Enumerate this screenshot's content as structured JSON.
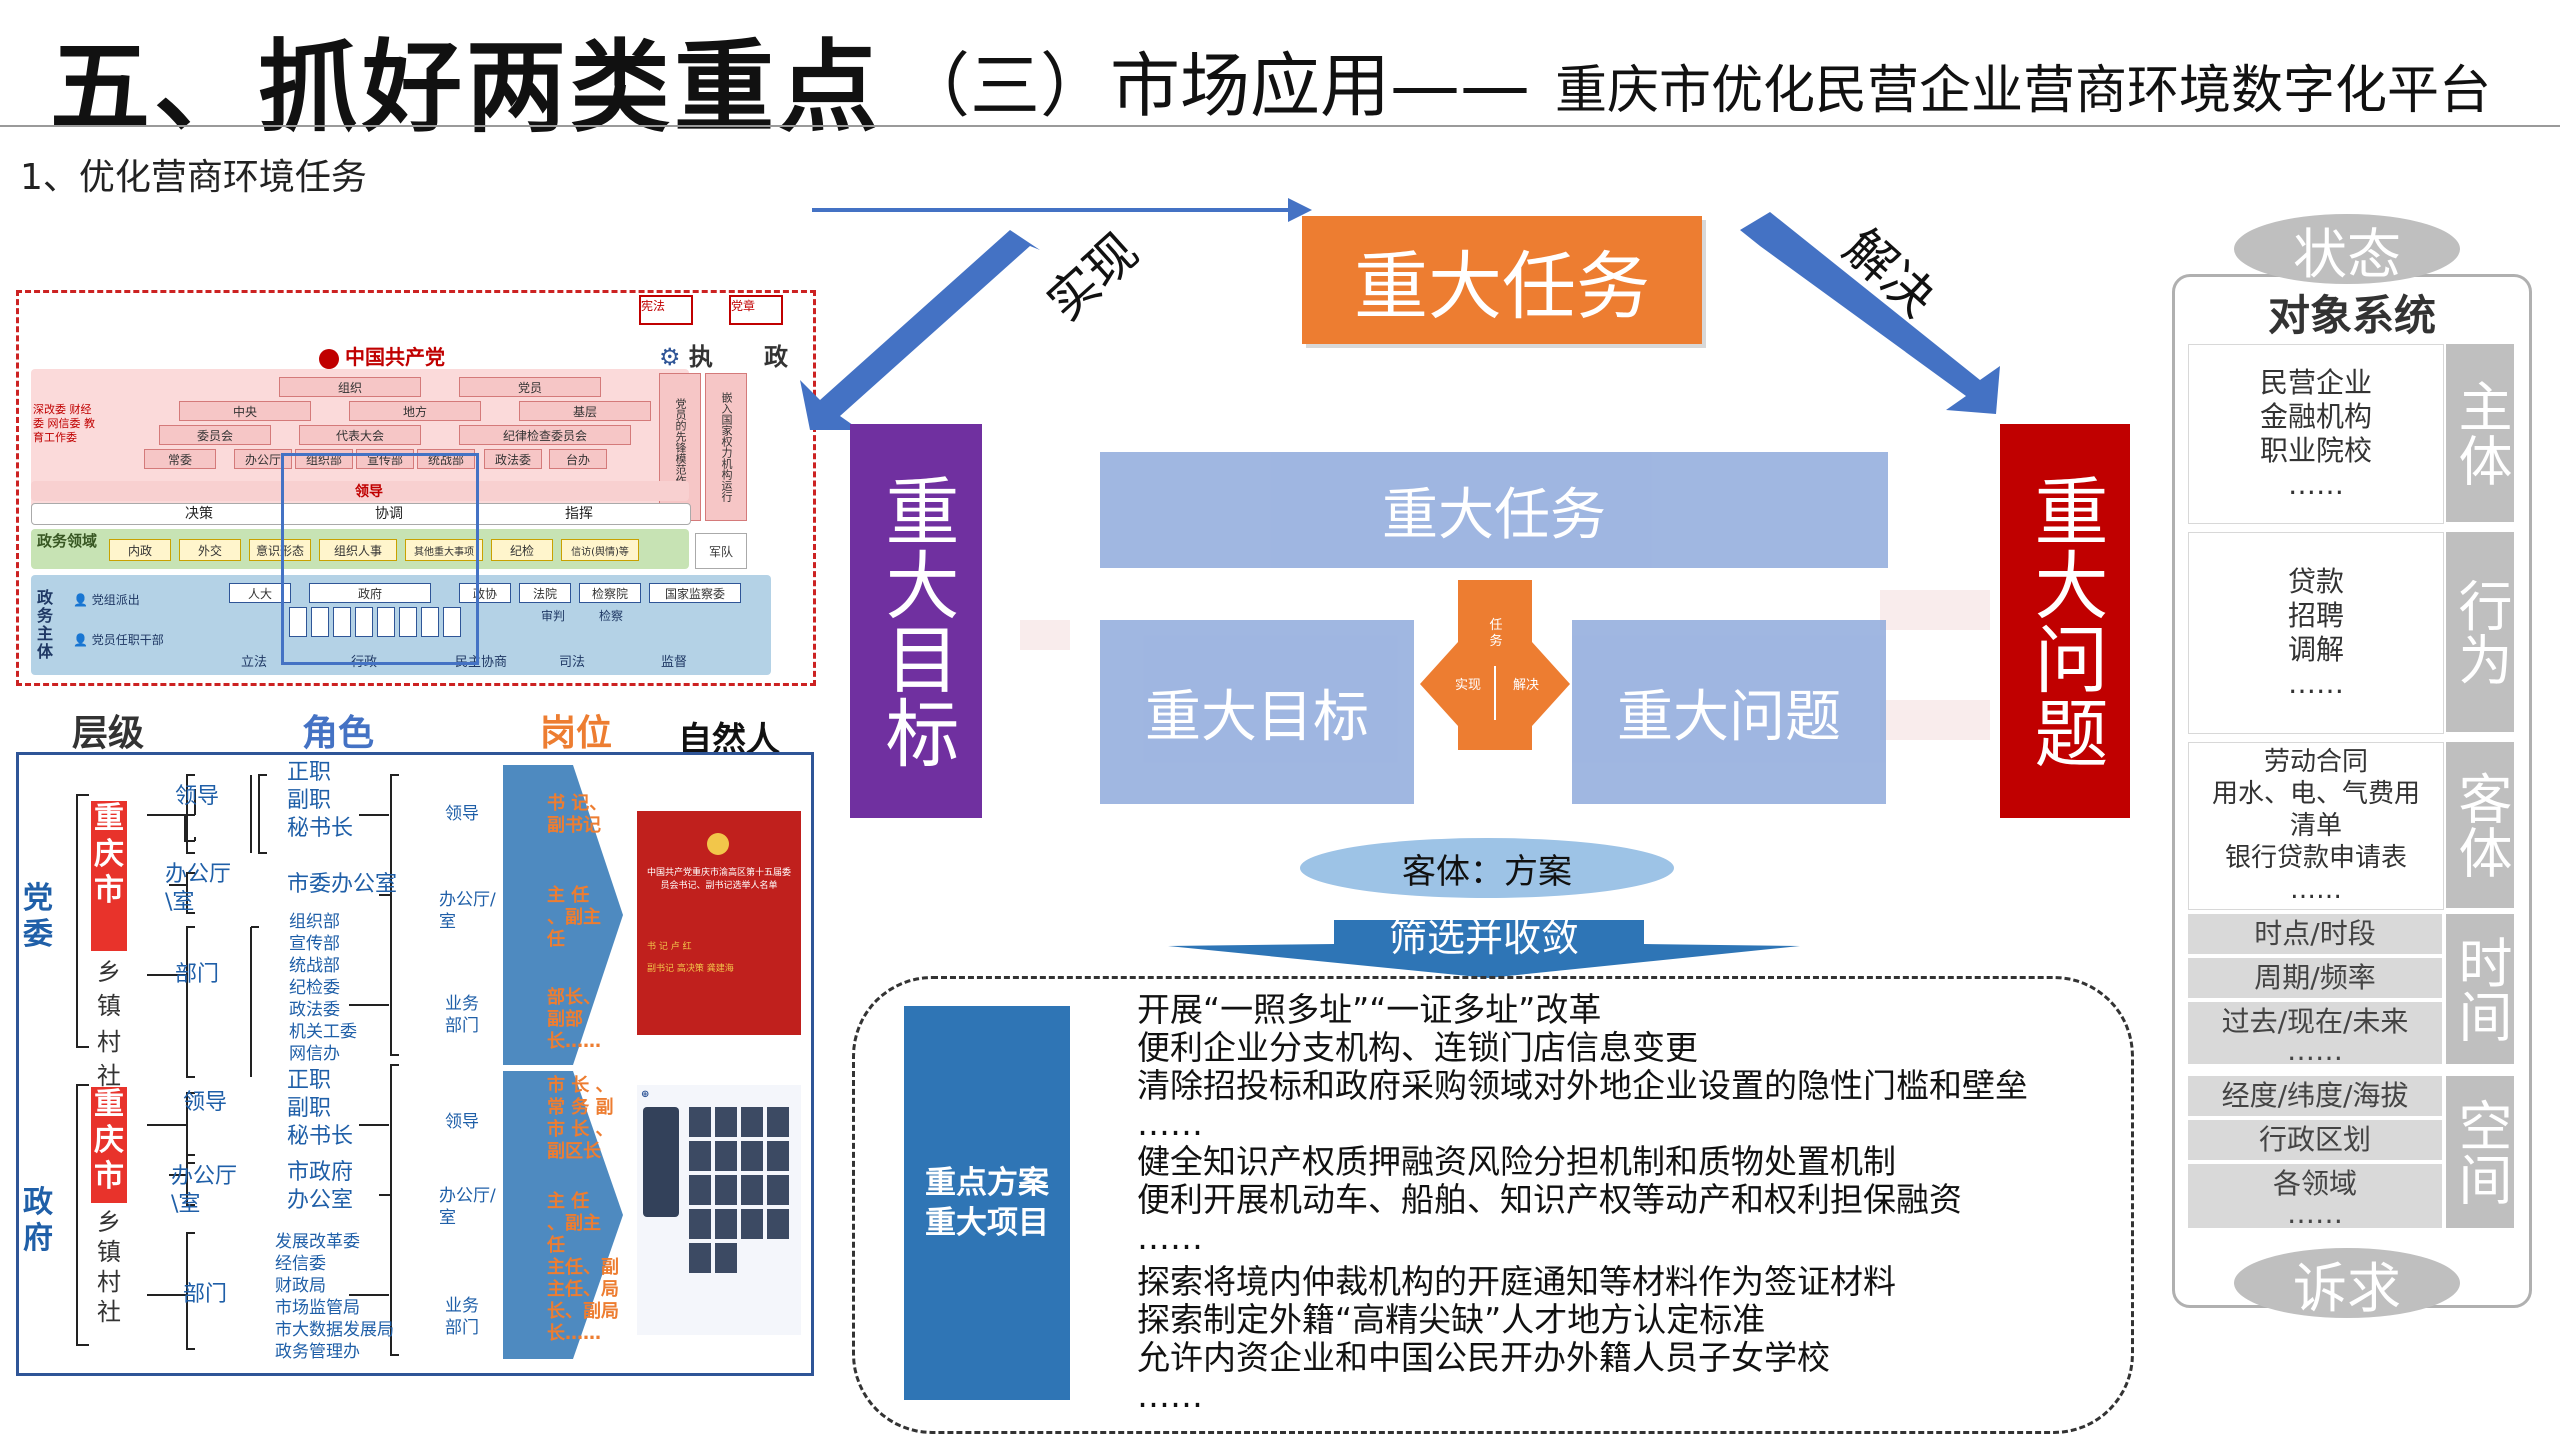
{
  "header": {
    "title": "五、抓好两类重点",
    "subtitle": "（三）市场应用——",
    "subtitle2": "重庆市优化民营企业营商环境数字化平台",
    "section": "1、优化营商环境任务"
  },
  "org": {
    "party": "中国共产党",
    "exec": "执",
    "gov": "政",
    "top_tags": [
      "宪法",
      "党章"
    ],
    "row1": [
      "组织",
      "党员"
    ],
    "row2": [
      "中央",
      "地方",
      "基层"
    ],
    "row3": [
      "委员会",
      "代表大会",
      "纪律检查委员会"
    ],
    "row4": [
      "常委",
      "办公厅",
      "组织部",
      "宣传部",
      "统战部",
      "政法委",
      "台办"
    ],
    "left_note": "深改委 财经委 网信委 教育工作委",
    "right_note": "党员的先锋模范作用",
    "right_note2": "嵌入国家权力机构运行",
    "lead_label": "领导",
    "row_mid": [
      "决策",
      "协调",
      "指挥"
    ],
    "gov_area": "政务领域",
    "gov_area_items": [
      "内政",
      "外交",
      "意识形态",
      "组织人事",
      "其他重大事项",
      "纪检",
      "信访(舆情)等",
      "军队"
    ],
    "gov_body": "政务主体",
    "gov_body_items": [
      "人大",
      "政府",
      "政协",
      "法院",
      "检察院",
      "国家监察委"
    ],
    "gov_body_left": [
      "党组派出",
      "党员任职干部"
    ],
    "gov_body_bottom": [
      "立法",
      "行政",
      "民主协商",
      "司法",
      "监督"
    ],
    "gov_body_sub": [
      "审判",
      "检察"
    ]
  },
  "roles": {
    "headers": [
      "层级",
      "角色",
      "岗位",
      "自然人"
    ],
    "party": "党委",
    "gov": "政府",
    "city": "重庆市",
    "town1": "乡镇",
    "village1": "村社",
    "town2": "乡镇村社",
    "party_roles": {
      "leader": "领导",
      "leader_items": [
        "正职",
        "副职",
        "秘书长"
      ],
      "office": "办公厅\\室",
      "office_item": "市委办公室",
      "dept": "部门",
      "dept_items": [
        "组织部",
        "宣传部",
        "统战部",
        "纪检委",
        "政法委",
        "机关工委",
        "网信办"
      ]
    },
    "gov_roles": {
      "leader": "领导",
      "leader_items": [
        "正职",
        "副职",
        "秘书长"
      ],
      "office": "办公厅\\室",
      "office_items": [
        "市政府",
        "办公室"
      ],
      "dept": "部门",
      "dept_items": [
        "发展改革委",
        "经信委",
        "财政局",
        "市场监管局",
        "市大数据发展局",
        "政务管理办"
      ]
    },
    "posts_party": [
      "领导",
      "办公厅/室",
      "业务部门"
    ],
    "posts_gov": [
      "领导",
      "办公厅/室",
      "业务部门"
    ],
    "post_party_titles": [
      "书 记、副书记",
      "主 任 、副主任",
      "部长、副部长……"
    ],
    "post_gov_titles": [
      "市 长 、常 务 副市 长 、副区长",
      "主 任 、副主任",
      "主任、副主任、局长、副局长……"
    ],
    "doc_title": "中国共产党重庆市渝高区第十五届委员会书记、副书记选举人名单",
    "doc_lines": [
      "书 记 卢 红",
      "副书记 高决策 龚建海"
    ]
  },
  "diagram": {
    "top_task": "重大任务",
    "left_goal": "重大目标",
    "right_problem": "重大问题",
    "arrow_left_label": "实现",
    "arrow_right_label": "解决",
    "inner_task": "重大任务",
    "inner_goal": "重大目标",
    "inner_problem": "重大问题",
    "hub_top": "任务",
    "hub_left": "实现",
    "hub_right": "解决",
    "object": "客体：方案",
    "filter": "筛选并收敛",
    "plan_title": "重点方案\n重大项目",
    "solutions": [
      "开展“一照多址”“一证多址”改革",
      "便利企业分支机构、连锁门店信息变更",
      "清除招投标和政府采购领域对外地企业设置的隐性门槛和壁垒",
      "……",
      "健全知识产权质押融资风险分担机制和质物处置机制",
      "便利开展机动车、船舶、知识产权等动产和权利担保融资",
      "……",
      "探索将境内仲裁机构的开庭通知等材料作为签证材料",
      "探索制定外籍“高精尖缺”人才地方认定标准",
      "允许内资企业和中国公民开办外籍人员子女学校",
      "……"
    ]
  },
  "panel": {
    "status": "状态",
    "system": "对象系统",
    "appeal": "诉求",
    "subject_label": "主体",
    "subject_items": [
      "民营企业",
      "金融机构",
      "职业院校",
      "……"
    ],
    "action_label": "行为",
    "action_items": [
      "贷款",
      "招聘",
      "调解",
      "……"
    ],
    "object_label": "客体",
    "object_items": [
      "劳动合同",
      "用水、电、气费用",
      "清单",
      "银行贷款申请表",
      "……"
    ],
    "time_label": "时间",
    "time_items": [
      "时点/时段",
      "周期/频率",
      "过去/现在/未来",
      "……"
    ],
    "space_label": "空间",
    "space_items": [
      "经度/纬度/海拔",
      "行政区划",
      "各领域",
      "……"
    ]
  },
  "colors": {
    "blue_arrow": "#4472c4",
    "orange": "#ed7d31",
    "purple": "#7030a0",
    "red": "#c00000",
    "light_blue": "#8faadc"
  }
}
